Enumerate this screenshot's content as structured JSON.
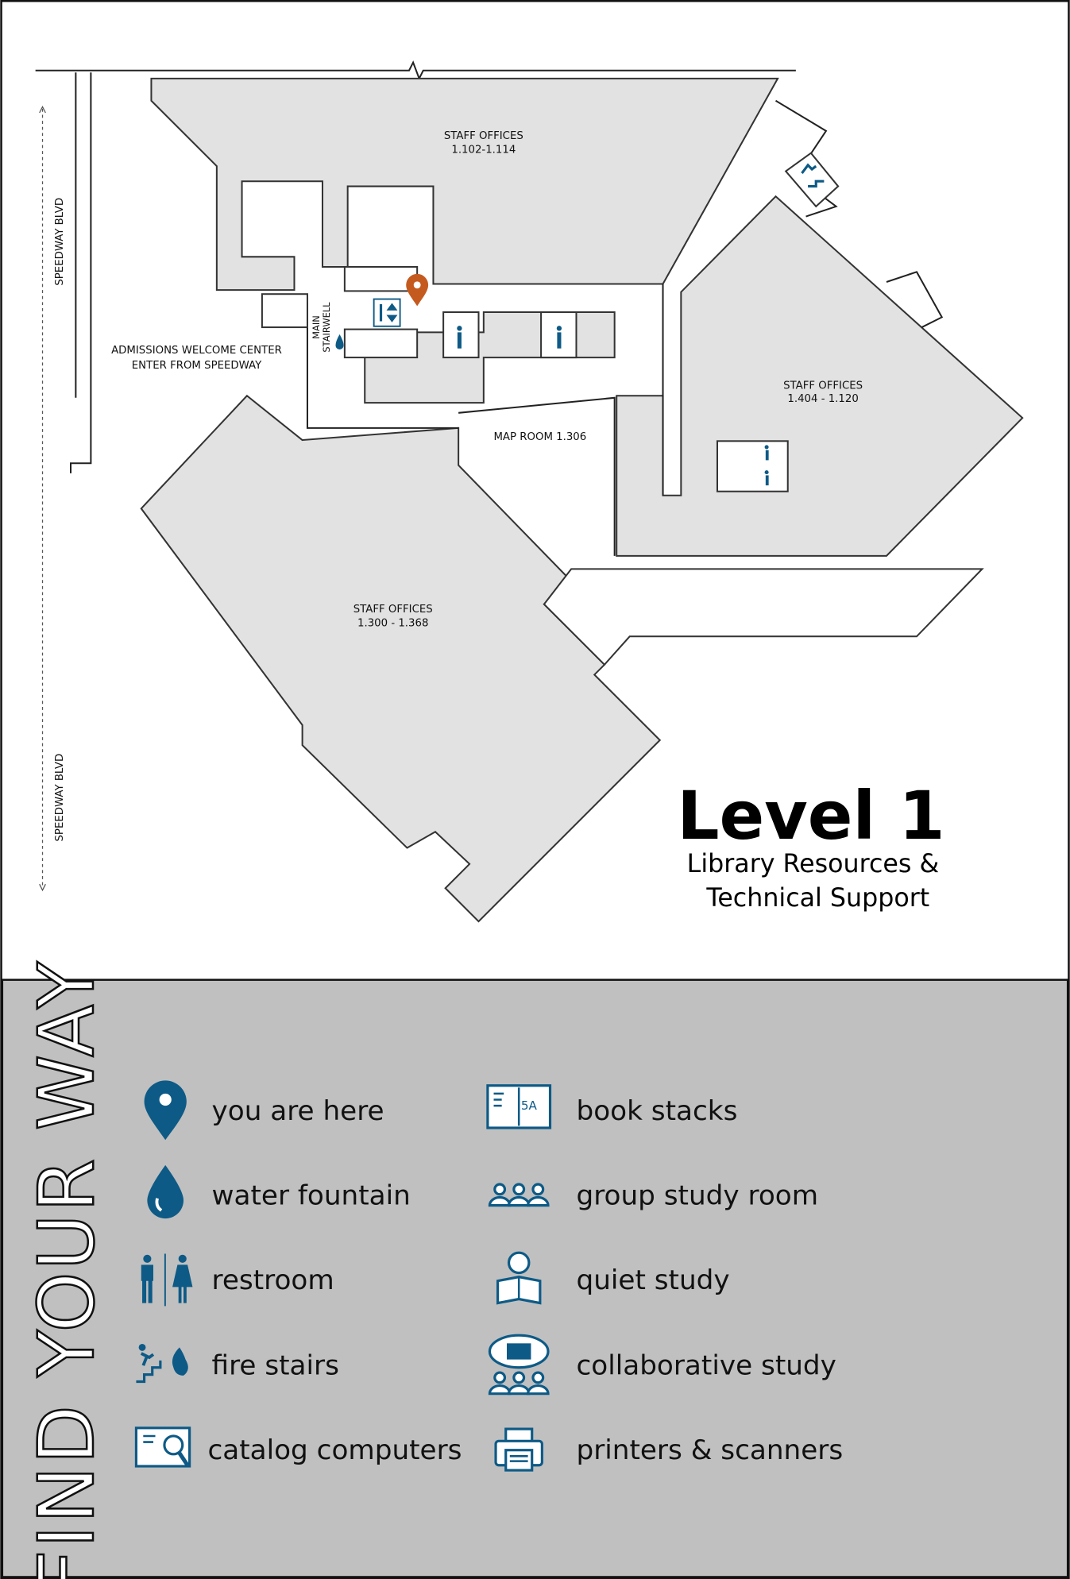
{
  "map": {
    "rooms": {
      "north_offices": {
        "name": "STAFF OFFICES",
        "numbers": "1.102-1.114"
      },
      "east_offices": {
        "name": "STAFF OFFICES",
        "numbers": "1.404 - 1.120"
      },
      "south_offices": {
        "name": "STAFF OFFICES",
        "numbers": "1.300 - 1.368"
      },
      "map_room": "MAP ROOM 1.306",
      "admissions_line1": "ADMISSIONS WELCOME CENTER",
      "admissions_line2": "ENTER FROM SPEEDWAY",
      "stairwell_line1": "MAIN",
      "stairwell_line2": "STAIRWELL"
    },
    "street_top": "SPEEDWAY BLVD",
    "street_bottom": "SPEEDWAY BLVD",
    "title": "Level 1",
    "subtitle_line1": "Library Resources &",
    "subtitle_line2": "Technical Support",
    "colors": {
      "marker": "#c55a1f",
      "icon_blue": "#0d5a86",
      "legend_bg": "#c0c0c0",
      "room_fill": "#e2e2e2"
    }
  },
  "legend": {
    "heading": "FIND YOUR WAY",
    "items": [
      {
        "icon": "location-pin-icon",
        "label": "you are here"
      },
      {
        "icon": "water-drop-icon",
        "label": "water fountain"
      },
      {
        "icon": "restroom-icon",
        "label": "restroom"
      },
      {
        "icon": "fire-stairs-icon",
        "label": "fire stairs"
      },
      {
        "icon": "catalog-computer-icon",
        "label": "catalog computers"
      },
      {
        "icon": "book-stacks-icon",
        "label": "book stacks"
      },
      {
        "icon": "group-study-icon",
        "label": "group study room"
      },
      {
        "icon": "quiet-study-icon",
        "label": "quiet study"
      },
      {
        "icon": "collaborative-study-icon",
        "label": "collaborative study"
      },
      {
        "icon": "printer-icon",
        "label": "printers & scanners"
      }
    ]
  }
}
